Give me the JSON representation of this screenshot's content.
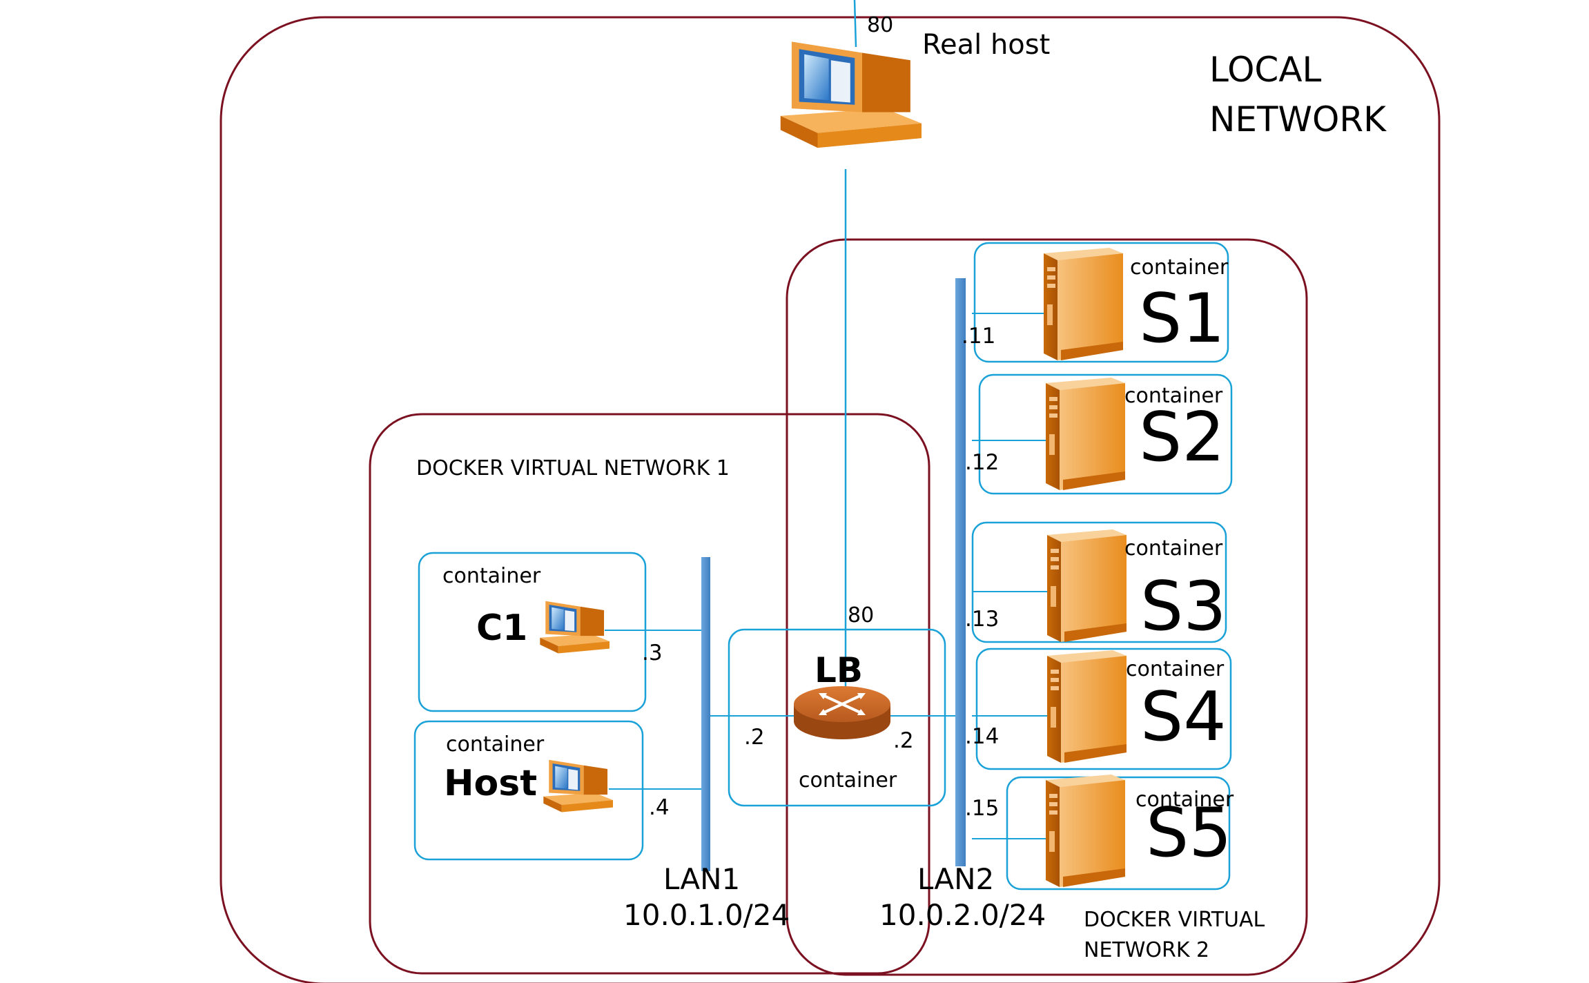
{
  "local_network": {
    "line1": "LOCAL",
    "line2": "NETWORK"
  },
  "real_host": {
    "label": "Real host",
    "port": "80"
  },
  "dvn1": {
    "label": "DOCKER VIRTUAL NETWORK 1"
  },
  "dvn2": {
    "line1": "DOCKER VIRTUAL",
    "line2": "NETWORK 2"
  },
  "container_label": "container",
  "c1": {
    "name": "C1",
    "ip": ".3"
  },
  "host": {
    "name": "Host",
    "ip": ".4"
  },
  "lb": {
    "name": "LB",
    "port": "80",
    "ip_lan1": ".2",
    "ip_lan2": ".2"
  },
  "lan1": {
    "name": "LAN1",
    "subnet": "10.0.1.0/24"
  },
  "lan2": {
    "name": "LAN2",
    "subnet": "10.0.2.0/24"
  },
  "servers": [
    {
      "name": "S1",
      "ip": ".11"
    },
    {
      "name": "S2",
      "ip": ".12"
    },
    {
      "name": "S3",
      "ip": ".13"
    },
    {
      "name": "S4",
      "ip": ".14"
    },
    {
      "name": "S5",
      "ip": ".15"
    }
  ],
  "colors": {
    "network_border": "#7b1020",
    "container_border": "#1aa2d8",
    "wire": "#1aa2d8",
    "lan_bar": "#4f8dcc",
    "device_orange": "#e07f12"
  }
}
